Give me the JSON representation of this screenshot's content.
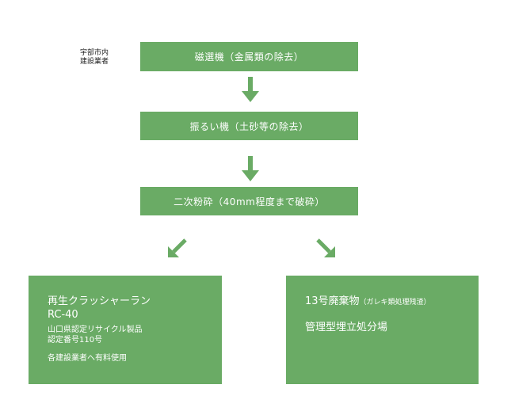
{
  "side_label": {
    "line1": "宇部市内",
    "line2": "建設業者"
  },
  "steps": [
    {
      "label": "磁選機（金属類の除去）"
    },
    {
      "label": "振るい機（土砂等の除去）"
    },
    {
      "label": "二次粉砕（40mm程度まで破砕）"
    }
  ],
  "outputs": {
    "left": {
      "title_line1": "再生クラッシャーラン",
      "title_line2": "RC-40",
      "cert_line1": "山口県認定リサイクル製品",
      "cert_line2": "認定番号110号",
      "note": "各建設業者へ有料使用"
    },
    "right": {
      "title": "13号廃棄物",
      "title_note": "（ガレキ類処理残渣）",
      "destination": "管理型埋立処分場"
    }
  },
  "colors": {
    "box": "#6aab65",
    "arrow": "#6aab65",
    "text": "#ffffff"
  }
}
